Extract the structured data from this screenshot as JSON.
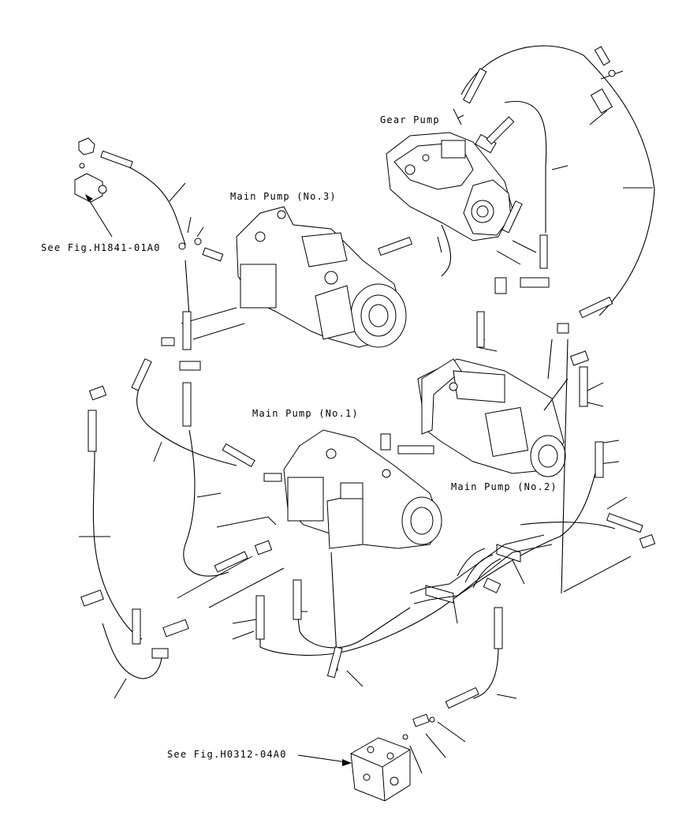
{
  "diagram": {
    "labels": {
      "gear_pump": "Gear Pump",
      "main_pump_3": "Main Pump (No.3)",
      "main_pump_1": "Main Pump (No.1)",
      "main_pump_2": "Main Pump (No.2)",
      "see_fig_top": "See Fig.H1841-01A0",
      "see_fig_bottom": "See Fig.H0312-04A0"
    }
  }
}
